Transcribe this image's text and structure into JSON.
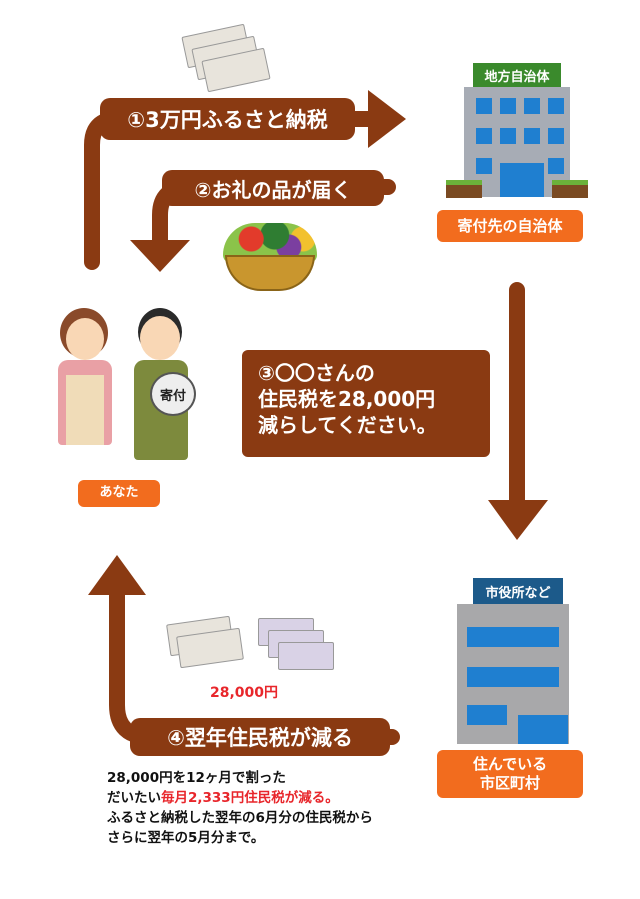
{
  "steps": {
    "step1": "①3万円ふるさと納税",
    "step2": "②お礼の品が届く",
    "step3": [
      "③〇〇さんの",
      "住民税を28,000円",
      "減らしてください。"
    ],
    "step4": "④翌年住民税が減る"
  },
  "actors": {
    "you": "あなた",
    "donation_bag": "寄付",
    "local_gov_sign": "地方自治体",
    "local_gov_label": "寄付先の自治体",
    "city_office_sign": "市役所など",
    "city_label": [
      "住んでいる",
      "市区町村"
    ]
  },
  "refund_amount": "28,000円",
  "note": {
    "line1": "28,000円を12ヶ月で割った",
    "line2_prefix": "だいたい",
    "line2_highlight": "毎月2,333円住民税が減る。",
    "line3": "ふるさと納税した翌年の6月分の住民税から",
    "line4": "さらに翌年の5月分まで。"
  },
  "colors": {
    "arrow": "#8a3a12",
    "label": "#f26c1e",
    "highlight": "#e8262b",
    "gov_sign": "#3a8a2c",
    "city_sign": "#1c5a8a"
  }
}
